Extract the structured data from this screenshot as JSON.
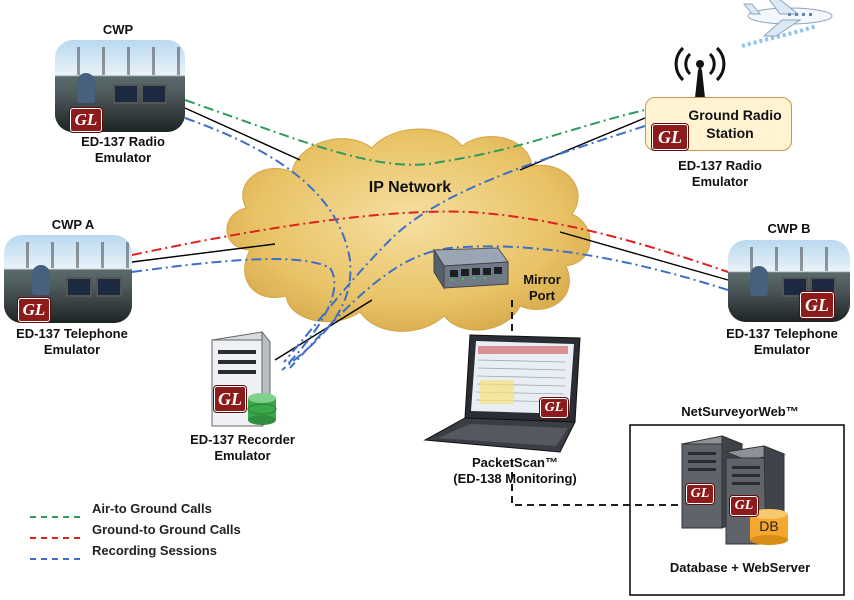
{
  "nodes": {
    "cwp_top": {
      "title": "CWP",
      "caption_line1": "ED-137 Radio",
      "caption_line2": "Emulator",
      "logo": "GL"
    },
    "ground_radio": {
      "title_line1": "Ground Radio",
      "title_line2": "Station",
      "caption_line1": "ED-137 Radio",
      "caption_line2": "Emulator",
      "logo": "GL"
    },
    "cwp_a": {
      "title": "CWP A",
      "caption_line1": "ED-137 Telephone",
      "caption_line2": "Emulator",
      "logo": "GL"
    },
    "cwp_b": {
      "title": "CWP B",
      "caption_line1": "ED-137 Telephone",
      "caption_line2": "Emulator",
      "logo": "GL"
    },
    "recorder": {
      "caption_line1": "ED-137 Recorder",
      "caption_line2": "Emulator",
      "logo": "GL"
    },
    "packetscan": {
      "caption_line1": "PacketScan™",
      "caption_line2": "(ED-138 Monitoring)",
      "logo": "GL"
    },
    "netsurveyor": {
      "title": "NetSurveyorWeb™",
      "caption": "Database + WebServer",
      "db_label": "DB",
      "logo": "GL"
    }
  },
  "network": {
    "label": "IP Network"
  },
  "mirror": {
    "line1": "Mirror",
    "line2": "Port"
  },
  "legend": [
    {
      "label": "Air-to Ground Calls",
      "color": "#2e9b5e"
    },
    {
      "label": "Ground-to Ground Calls",
      "color": "#e0201b"
    },
    {
      "label": "Recording Sessions",
      "color": "#3d6fc8"
    }
  ],
  "colors": {
    "air": "#2e9b5e",
    "ground": "#e0201b",
    "recording": "#3d6fc8",
    "cloud": "#e9c46a",
    "gl_red": "#8e1b1b"
  }
}
